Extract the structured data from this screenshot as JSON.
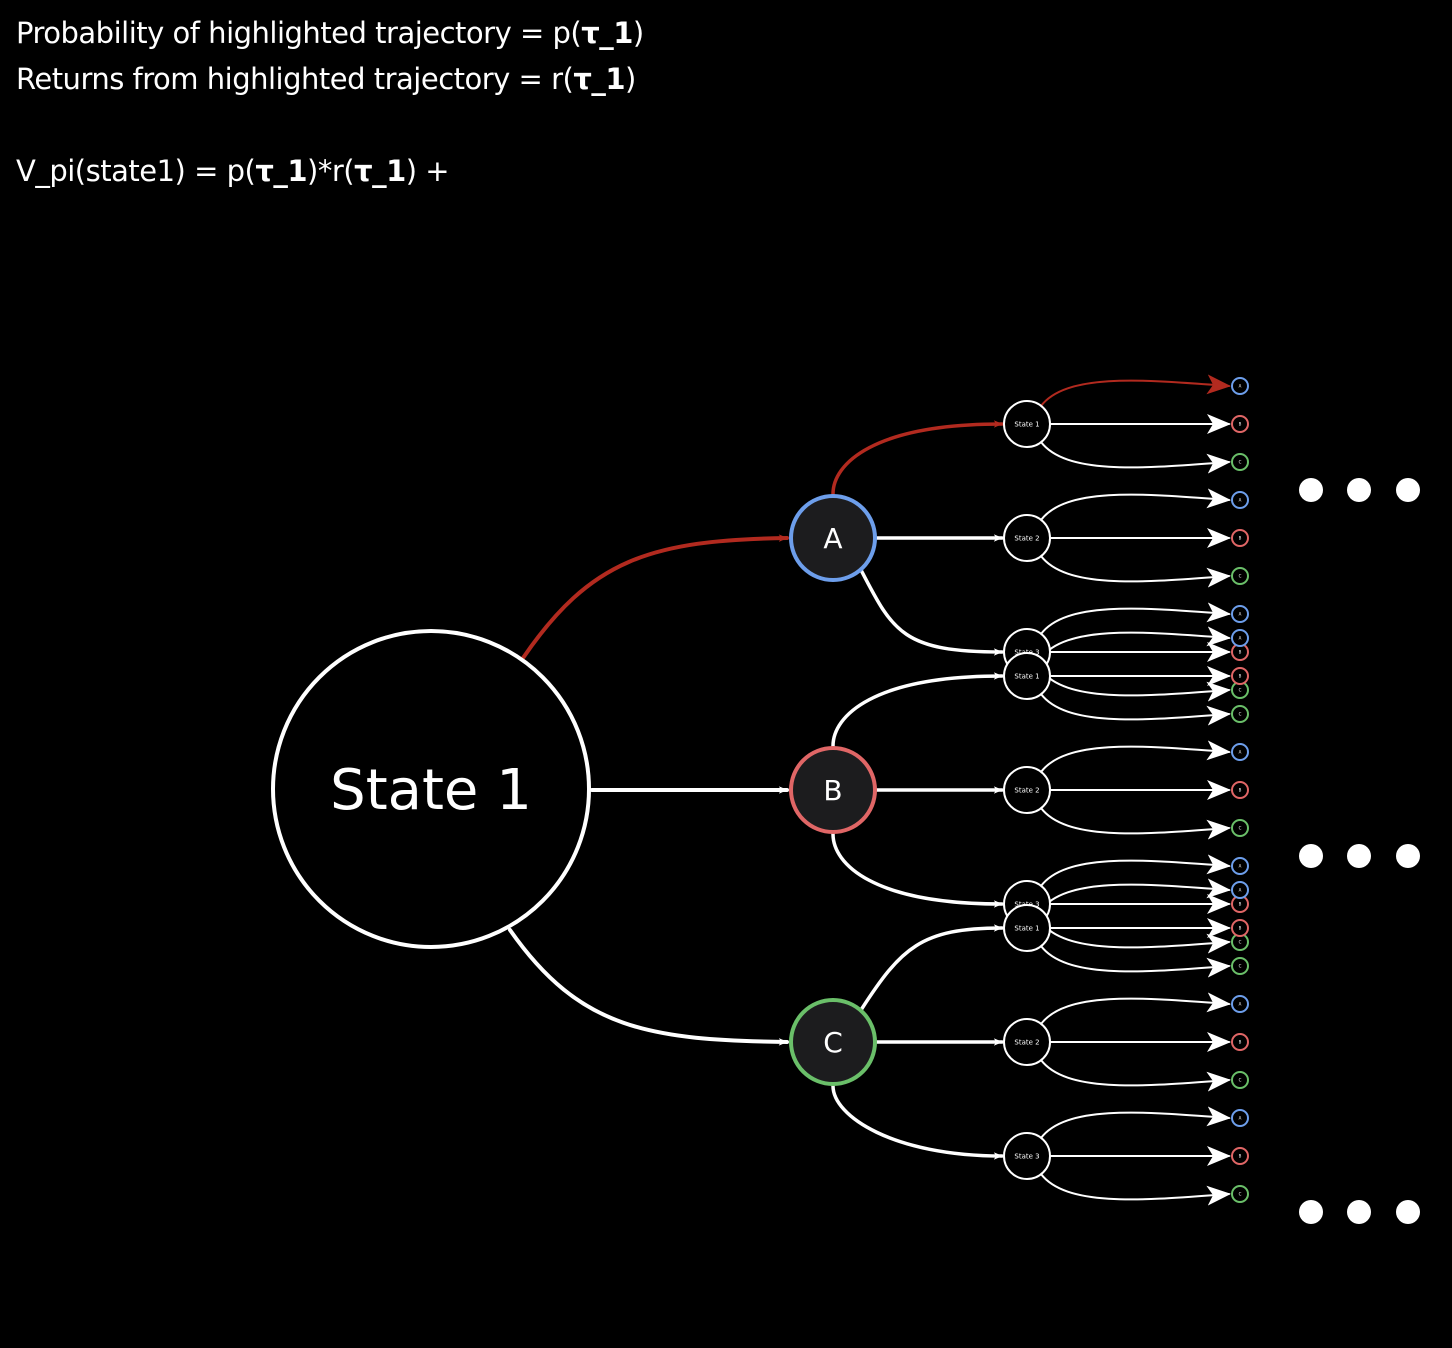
{
  "equations": {
    "line1": {
      "prefix": "Probability of highlighted trajectory = p(",
      "sym1": "τ_1",
      "suffix": ")"
    },
    "line2": {
      "prefix": "Returns from highlighted trajectory = r(",
      "sym1": "τ_1",
      "suffix": ")"
    },
    "line3": {
      "prefix": "V_pi(state1) = p(",
      "sym1": "τ_1",
      "mid": ")*r(",
      "sym2": "τ_1",
      "suffix": ") +"
    }
  },
  "root": {
    "label": "State 1"
  },
  "actions": [
    {
      "label": "A",
      "color": "#6d9eeb"
    },
    {
      "label": "B",
      "color": "#e06666"
    },
    {
      "label": "C",
      "color": "#6abf69"
    }
  ],
  "next_states": [
    "State 1",
    "State 2",
    "State 3"
  ],
  "leaf_actions": [
    {
      "label": "A",
      "color": "#6d9eeb"
    },
    {
      "label": "B",
      "color": "#e06666"
    },
    {
      "label": "C",
      "color": "#6abf69"
    }
  ],
  "ellipsis": "...",
  "highlight_color": "#b22a1f"
}
